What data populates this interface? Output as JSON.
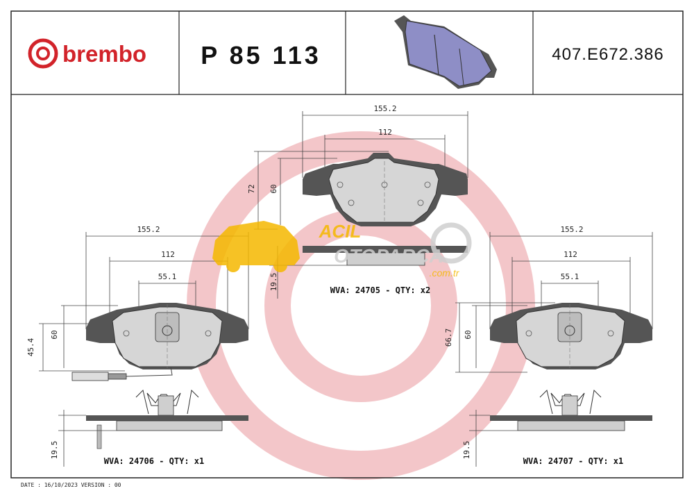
{
  "header": {
    "brand": "brembo",
    "part_number": "P 85 113",
    "reference": "407.E672.386",
    "brand_color": "#d2232a"
  },
  "top_view": {
    "dims": {
      "width_total": "155.2",
      "width_inner": "112",
      "height_outer": "72",
      "height_inner": "60",
      "thickness": "19.5"
    },
    "wva_label": "WVA: 24705 - QTY: x2"
  },
  "left_view": {
    "dims": {
      "width_total": "155.2",
      "width_inner": "112",
      "width_center": "55.1",
      "height_outer": "45.4",
      "height_inner": "60",
      "thickness": "19.5"
    },
    "wva_label": "WVA: 24706 - QTY: x1"
  },
  "right_view": {
    "dims": {
      "width_total": "155.2",
      "width_inner": "112",
      "width_center": "55.1",
      "height_outer": "66.7",
      "height_inner": "60",
      "thickness": "19.5"
    },
    "wva_label": "WVA: 24707 - QTY: x1"
  },
  "watermark": {
    "line1": "ACIL",
    "line2": "OTOPARCA",
    "line3": ".com.tr",
    "color": "#f5b800"
  },
  "footer": {
    "text": "DATE : 16/10/2023 VERSION : 00"
  }
}
